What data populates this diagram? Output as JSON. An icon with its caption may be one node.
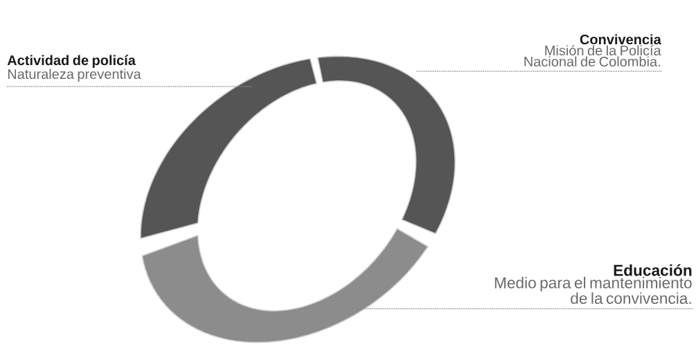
{
  "diagram": {
    "nodes": [
      {
        "text": [
          "Convivencia",
          "Misión de la Policía Nacional de Colombia."
        ]
      },
      {
        "text": [
          "Actividad de policía",
          "Naturaleza preventiva"
        ]
      },
      {
        "text": [
          "Educación",
          "Medio para el mantenimiento de la convivencia."
        ]
      },
      {
        "text": [],
        "shape": "arc"
      },
      {
        "text": [],
        "shape": "arc"
      },
      {
        "text": [],
        "shape": "arc"
      }
    ],
    "edges": [
      {
        "from": 0,
        "to": 3,
        "arrow": "none",
        "style": "dashed"
      },
      {
        "from": 1,
        "to": 4,
        "arrow": "none",
        "style": "dashed"
      },
      {
        "from": 2,
        "to": 5,
        "arrow": "none",
        "style": "dashed"
      }
    ]
  }
}
